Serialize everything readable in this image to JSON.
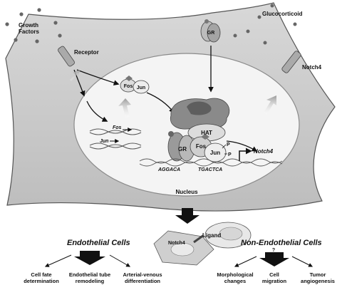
{
  "diagram": {
    "labels": {
      "growth_factors_line1": "Growth",
      "growth_factors_line2": "Factors",
      "receptor": "Receptor",
      "glucocorticoid": "Glucocorticoid",
      "gr": "GR",
      "notch4_receptor": "Notch4",
      "fos": "Fos",
      "jun": "Jun",
      "fos_gene": "Fos",
      "jun_gene": "Jun",
      "hat": "HAT",
      "p": "P",
      "notch4_gene": "Notch4",
      "seq_left": "AGGACA",
      "seq_right": "TGACTCA",
      "nucleus": "Nucleus",
      "cell_notch4": "Notch4",
      "ligand": "Ligand",
      "question": "?"
    },
    "endothelial": {
      "title": "Endothelial Cells",
      "outcomes": [
        {
          "line1": "Cell fate",
          "line2": "determination"
        },
        {
          "line1": "Endothelial tube",
          "line2": "remodeling"
        },
        {
          "line1": "Arterial-venous",
          "line2": "differentiation"
        }
      ]
    },
    "non_endothelial": {
      "title": "Non-Endothelial Cells",
      "outcomes": [
        {
          "line1": "Morphological",
          "line2": "changes"
        },
        {
          "line1": "Cell",
          "line2": "migration"
        },
        {
          "line1": "Tumor",
          "line2": "angiogenesis"
        }
      ]
    }
  }
}
